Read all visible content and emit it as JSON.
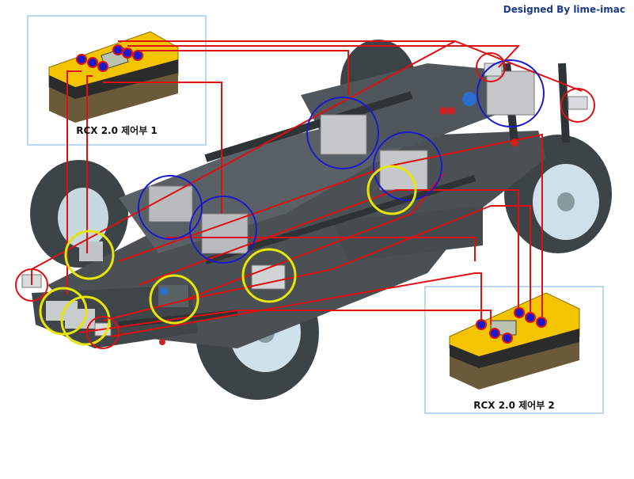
{
  "credit": "Designed By lime-imac",
  "controllers": [
    {
      "label": "RCX 2.0 제어부 1"
    },
    {
      "label": "RCX 2.0 제어부 2"
    }
  ],
  "legend_colors": {
    "motor_circle": "#1a1acc",
    "touch_sensor_circle": "#dd1111",
    "light_sensor_circle": "#e6e600",
    "wire": "#dd1111",
    "panel_border": "#6fb0e0",
    "rcx_body": "#f5c400"
  }
}
